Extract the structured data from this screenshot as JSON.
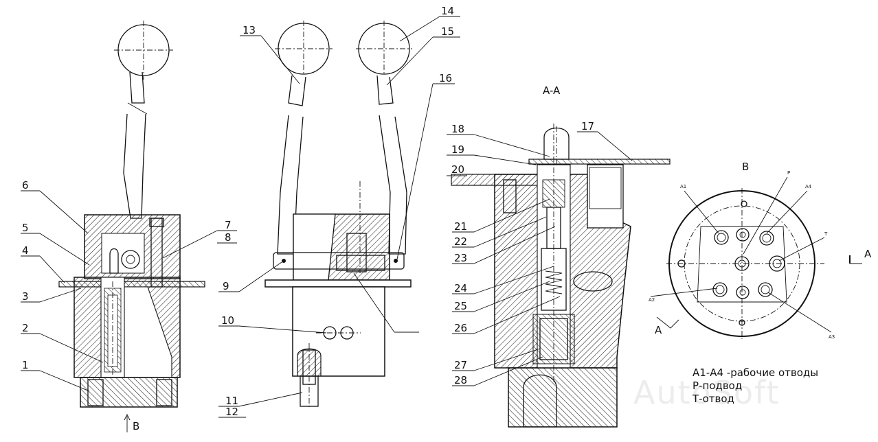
{
  "labels": {
    "l1": "1",
    "l2": "2",
    "l3": "3",
    "l4": "4",
    "l5": "5",
    "l6": "6",
    "l7": "7",
    "l8": "8",
    "l9": "9",
    "l10": "10",
    "l11": "11",
    "l12": "12",
    "l13": "13",
    "l14": "14",
    "l15": "15",
    "l16": "16",
    "l17": "17",
    "l18": "18",
    "l19": "19",
    "l20": "20",
    "l21": "21",
    "l22": "22",
    "l23": "23",
    "l24": "24",
    "l25": "25",
    "l26": "26",
    "l27": "27",
    "l28": "28"
  },
  "views": {
    "view_b_arrow": "B",
    "section_title": "A-A",
    "view_b_title": "B",
    "cut_a_right": "A",
    "cut_a_left": "A"
  },
  "ports": {
    "a1": "A1",
    "a2": "A2",
    "a3": "A3",
    "a4": "A4",
    "p": "P",
    "t": "T"
  },
  "legend": {
    "line1": "А1-А4  -рабочие отводы",
    "line2": "Р-подвод",
    "line3": "Т-отвод"
  },
  "watermark": "AutoSoft"
}
